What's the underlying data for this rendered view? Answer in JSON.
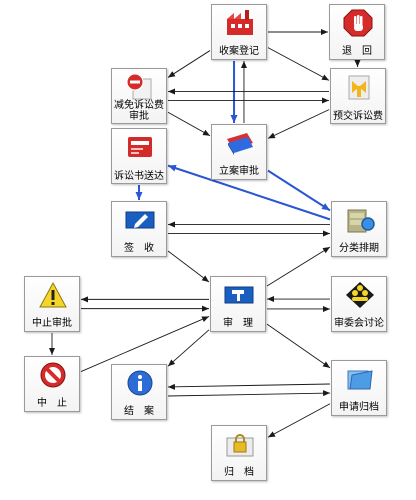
{
  "diagram": {
    "nodes": {
      "register": {
        "label": "收案登记",
        "icon": "factory-icon"
      },
      "return": {
        "label": "退　回",
        "icon": "stop-hand-icon"
      },
      "fee_waiver": {
        "label": "减免诉讼费审批",
        "icon": "minus-badge-document-icon"
      },
      "prepay": {
        "label": "预交诉讼费",
        "icon": "yellow-arrows-document-icon"
      },
      "filing": {
        "label": "立案审批",
        "icon": "blue-folder-icon"
      },
      "delivery": {
        "label": "诉讼书送达",
        "icon": "red-mailbox-icon"
      },
      "sign": {
        "label": "签　收",
        "icon": "blue-pencil-panel-icon"
      },
      "classify": {
        "label": "分类排期",
        "icon": "file-cabinet-magnifier-icon"
      },
      "suspend_approval": {
        "label": "中止审批",
        "icon": "warning-triangle-icon"
      },
      "trial": {
        "label": "审　理",
        "icon": "blue-hammer-panel-icon"
      },
      "committee": {
        "label": "审委会讨论",
        "icon": "people-meeting-icon"
      },
      "suspend": {
        "label": "中　止",
        "icon": "no-entry-icon"
      },
      "close": {
        "label": "结　案",
        "icon": "info-icon"
      },
      "archive_request": {
        "label": "申请归档",
        "icon": "blue-folder-open-icon"
      },
      "archive": {
        "label": "归　档",
        "icon": "lock-folder-icon"
      }
    },
    "colors": {
      "black_edge": "#1a1a1a",
      "blue_edge": "#2a55d4",
      "node_border": "#9a9a9a"
    },
    "edges": [
      {
        "from": "register",
        "to": "return",
        "color": "black"
      },
      {
        "from": "register",
        "to": "fee_waiver",
        "color": "black"
      },
      {
        "from": "register",
        "to": "prepay",
        "color": "black"
      },
      {
        "from": "register",
        "to": "filing",
        "color": "blue"
      },
      {
        "from": "return",
        "to": "prepay",
        "color": "black"
      },
      {
        "from": "prepay",
        "to": "fee_waiver",
        "color": "black"
      },
      {
        "from": "fee_waiver",
        "to": "prepay",
        "color": "black"
      },
      {
        "from": "fee_waiver",
        "to": "filing",
        "color": "black"
      },
      {
        "from": "filing",
        "to": "register",
        "color": "black"
      },
      {
        "from": "prepay",
        "to": "filing",
        "color": "black"
      },
      {
        "from": "filing",
        "to": "classify",
        "color": "blue"
      },
      {
        "from": "classify",
        "to": "delivery",
        "color": "blue"
      },
      {
        "from": "delivery",
        "to": "sign",
        "color": "blue"
      },
      {
        "from": "sign",
        "to": "classify",
        "color": "black"
      },
      {
        "from": "classify",
        "to": "sign",
        "color": "black"
      },
      {
        "from": "sign",
        "to": "trial",
        "color": "black"
      },
      {
        "from": "trial",
        "to": "classify",
        "color": "black"
      },
      {
        "from": "suspend_approval",
        "to": "trial",
        "color": "black"
      },
      {
        "from": "trial",
        "to": "suspend_approval",
        "color": "black"
      },
      {
        "from": "trial",
        "to": "committee",
        "color": "black"
      },
      {
        "from": "committee",
        "to": "trial",
        "color": "black"
      },
      {
        "from": "suspend_approval",
        "to": "suspend",
        "color": "black"
      },
      {
        "from": "suspend",
        "to": "trial",
        "color": "black"
      },
      {
        "from": "trial",
        "to": "close",
        "color": "black"
      },
      {
        "from": "close",
        "to": "archive_request",
        "color": "black"
      },
      {
        "from": "archive_request",
        "to": "close",
        "color": "black"
      },
      {
        "from": "trial",
        "to": "archive_request",
        "color": "black"
      },
      {
        "from": "archive_request",
        "to": "archive",
        "color": "black"
      }
    ]
  }
}
